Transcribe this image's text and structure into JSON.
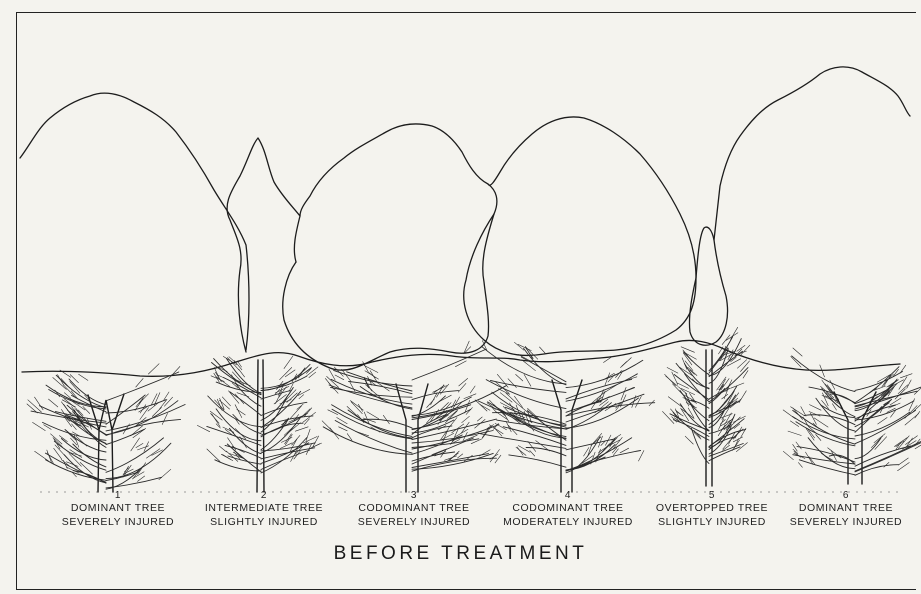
{
  "caption": "BEFORE TREATMENT",
  "trees": [
    {
      "number": "1",
      "line1": "DOMINANT TREE",
      "line2": "SEVERELY INJURED"
    },
    {
      "number": "2",
      "line1": "INTERMEDIATE TREE",
      "line2": "SLIGHTLY INJURED"
    },
    {
      "number": "3",
      "line1": "CODOMINANT TREE",
      "line2": "SEVERELY INJURED"
    },
    {
      "number": "4",
      "line1": "CODOMINANT TREE",
      "line2": "MODERATELY INJURED"
    },
    {
      "number": "5",
      "line1": "OVERTOPPED TREE",
      "line2": "SLIGHTLY INJURED"
    },
    {
      "number": "6",
      "line1": "DOMINANT TREE",
      "line2": "SEVERELY INJURED"
    }
  ]
}
